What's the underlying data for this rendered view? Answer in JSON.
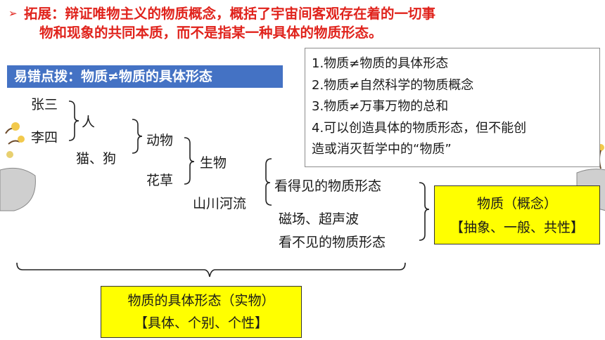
{
  "title": {
    "bullet": "➢",
    "line1": "拓展：辩证唯物主义的物质概念，概括了宇宙间客观存在着的一切事",
    "line2": "物和现象的共同本质，而不是指某一种具体的物质形态。"
  },
  "tip_banner": "易错点拨：物质≠物质的具体形态",
  "notes": [
    "1.物质≠物质的具体形态",
    "2.物质≠自然科学的物质概念",
    "3.物质≠万事万物的总和",
    "4.可以创造具体的物质形态，但不能创",
    "造或消灭哲学中的“物质”"
  ],
  "tree": {
    "zhangsan": "张三",
    "lisi": "李四",
    "ren": "人",
    "maogou": "猫、狗",
    "dongwu": "动物",
    "huacao": "花草",
    "shengwu": "生物",
    "shanchuan": "山川河流",
    "kandejian": "看得见的物质形态",
    "cichang": "磁场、超声波",
    "kanbujian": "看不见的物质形态"
  },
  "concept_box": {
    "line1": "物质（概念）",
    "line2": "【抽象、一般、共性】"
  },
  "instance_box": {
    "line1": "物质的具体形态（实物）",
    "line2": "【具体、个别、个性】"
  },
  "colors": {
    "title_red": "#e0231c",
    "banner_blue": "#4472c4",
    "highlight_yellow": "#ffff00"
  }
}
